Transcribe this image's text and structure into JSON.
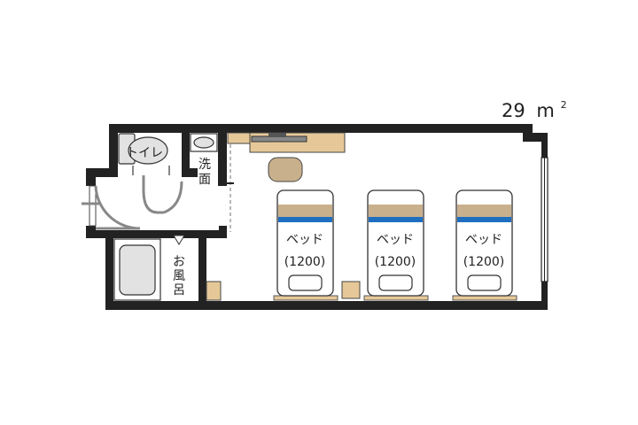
{
  "plan": {
    "area": {
      "value": "29",
      "unit": "m",
      "sup": "2"
    },
    "rooms": {
      "toilet": "トイレ",
      "washroom": [
        "洗",
        "面"
      ],
      "bath": [
        "お",
        "風",
        "呂"
      ]
    },
    "beds": [
      {
        "label": "ベッド",
        "size": "(1200)"
      },
      {
        "label": "ベッド",
        "size": "(1200)"
      },
      {
        "label": "ベッド",
        "size": "(1200)"
      }
    ],
    "colors": {
      "wall": "#222222",
      "bed_frame": "#c9b08c",
      "bed_stripe": "#1f6fc0",
      "bed_body": "#ffffff",
      "furniture": "#e6c898",
      "fixture_gray": "#e2e2e2"
    }
  }
}
